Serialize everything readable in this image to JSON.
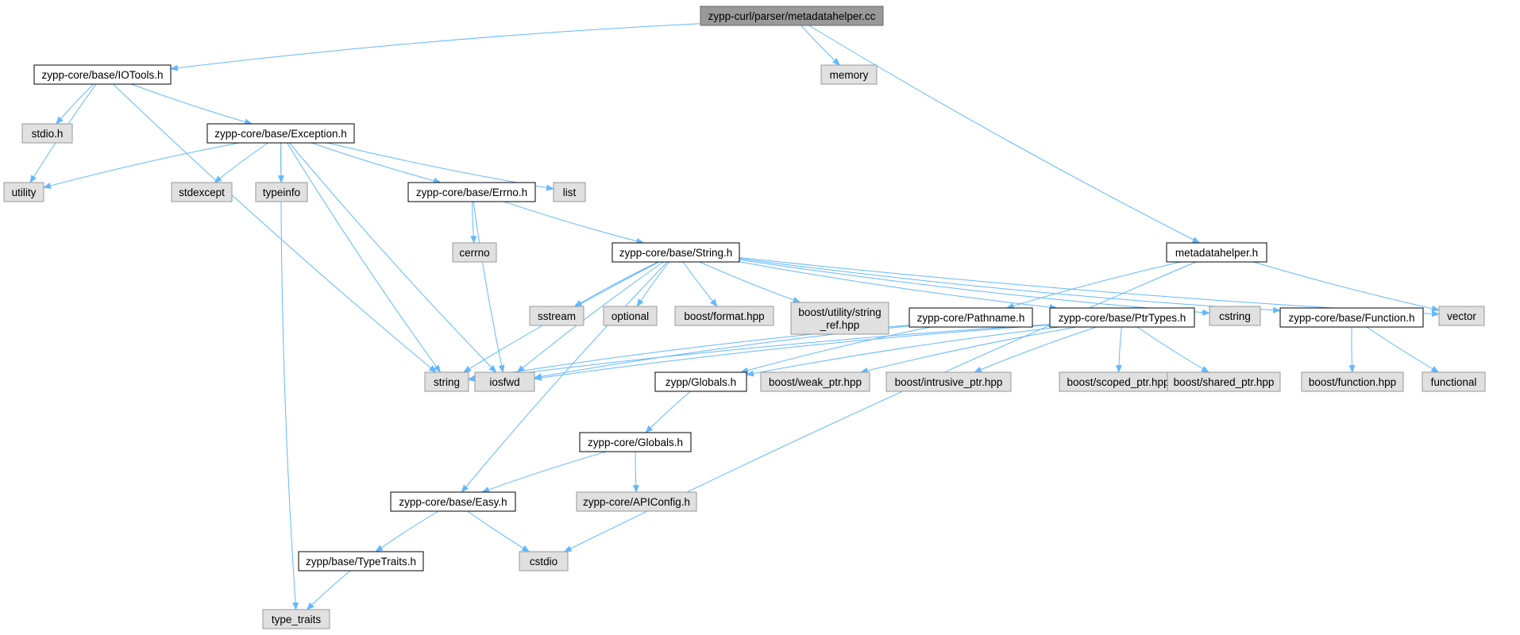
{
  "diagram": {
    "colors": {
      "root_fill": "#999999",
      "root_stroke": "#666666",
      "header_fill": "#ffffff",
      "header_stroke": "#000000",
      "system_fill": "#e0e0e0",
      "system_stroke": "#999999",
      "edge": "#63b8ff"
    },
    "nodes": [
      {
        "id": "root",
        "label": "zypp-curl/parser/metadatahelper.cc",
        "kind": "root"
      },
      {
        "id": "iotools",
        "label": "zypp-core/base/IOTools.h",
        "kind": "header"
      },
      {
        "id": "memory",
        "label": "memory",
        "kind": "system"
      },
      {
        "id": "utility",
        "label": "utility",
        "kind": "system"
      },
      {
        "id": "stdio",
        "label": "stdio.h",
        "kind": "system"
      },
      {
        "id": "exception",
        "label": "zypp-core/base/Exception.h",
        "kind": "header"
      },
      {
        "id": "stdexcept",
        "label": "stdexcept",
        "kind": "system"
      },
      {
        "id": "typeinfo",
        "label": "typeinfo",
        "kind": "system"
      },
      {
        "id": "errno",
        "label": "zypp-core/base/Errno.h",
        "kind": "header"
      },
      {
        "id": "list",
        "label": "list",
        "kind": "system"
      },
      {
        "id": "cerrno",
        "label": "cerrno",
        "kind": "system"
      },
      {
        "id": "stringh",
        "label": "zypp-core/base/String.h",
        "kind": "header"
      },
      {
        "id": "metadatahelper",
        "label": "metadatahelper.h",
        "kind": "header"
      },
      {
        "id": "sstream",
        "label": "sstream",
        "kind": "system"
      },
      {
        "id": "optional",
        "label": "optional",
        "kind": "system"
      },
      {
        "id": "boostformat",
        "label": "boost/format.hpp",
        "kind": "system"
      },
      {
        "id": "boostref",
        "label": "boost/utility/string\n_ref.hpp",
        "kind": "system"
      },
      {
        "id": "pathname",
        "label": "zypp-core/Pathname.h",
        "kind": "header"
      },
      {
        "id": "ptrtypes",
        "label": "zypp-core/base/PtrTypes.h",
        "kind": "header"
      },
      {
        "id": "cstring",
        "label": "cstring",
        "kind": "system"
      },
      {
        "id": "function",
        "label": "zypp-core/base/Function.h",
        "kind": "header"
      },
      {
        "id": "vector",
        "label": "vector",
        "kind": "system"
      },
      {
        "id": "string",
        "label": "string",
        "kind": "system"
      },
      {
        "id": "iosfwd",
        "label": "iosfwd",
        "kind": "system"
      },
      {
        "id": "zyppglobals",
        "label": "zypp/Globals.h",
        "kind": "header"
      },
      {
        "id": "weakptr",
        "label": "boost/weak_ptr.hpp",
        "kind": "system"
      },
      {
        "id": "intrusiveptr",
        "label": "boost/intrusive_ptr.hpp",
        "kind": "system"
      },
      {
        "id": "scopedptr",
        "label": "boost/scoped_ptr.hpp",
        "kind": "system"
      },
      {
        "id": "sharedptr",
        "label": "boost/shared_ptr.hpp",
        "kind": "system"
      },
      {
        "id": "boostfunction",
        "label": "boost/function.hpp",
        "kind": "system"
      },
      {
        "id": "functional",
        "label": "functional",
        "kind": "system"
      },
      {
        "id": "coreglobals",
        "label": "zypp-core/Globals.h",
        "kind": "header"
      },
      {
        "id": "easy",
        "label": "zypp-core/base/Easy.h",
        "kind": "header"
      },
      {
        "id": "apiconfig",
        "label": "zypp-core/APIConfig.h",
        "kind": "system"
      },
      {
        "id": "typetraitsh",
        "label": "zypp/base/TypeTraits.h",
        "kind": "header"
      },
      {
        "id": "cstdio",
        "label": "cstdio",
        "kind": "system"
      },
      {
        "id": "typetraits",
        "label": "type_traits",
        "kind": "system"
      }
    ],
    "edges": [
      [
        "root",
        "iotools"
      ],
      [
        "root",
        "memory"
      ],
      [
        "root",
        "metadatahelper"
      ],
      [
        "iotools",
        "utility"
      ],
      [
        "iotools",
        "stdio"
      ],
      [
        "iotools",
        "exception"
      ],
      [
        "iotools",
        "string"
      ],
      [
        "exception",
        "utility"
      ],
      [
        "exception",
        "stdexcept"
      ],
      [
        "exception",
        "typeinfo"
      ],
      [
        "exception",
        "errno"
      ],
      [
        "exception",
        "list"
      ],
      [
        "exception",
        "string"
      ],
      [
        "exception",
        "iosfwd"
      ],
      [
        "exception",
        "typetraits"
      ],
      [
        "errno",
        "cerrno"
      ],
      [
        "errno",
        "stringh"
      ],
      [
        "errno",
        "iosfwd"
      ],
      [
        "stringh",
        "sstream"
      ],
      [
        "stringh",
        "optional"
      ],
      [
        "stringh",
        "boostformat"
      ],
      [
        "stringh",
        "boostref"
      ],
      [
        "stringh",
        "ptrtypes"
      ],
      [
        "stringh",
        "cstring"
      ],
      [
        "stringh",
        "function"
      ],
      [
        "stringh",
        "vector"
      ],
      [
        "stringh",
        "string"
      ],
      [
        "stringh",
        "iosfwd"
      ],
      [
        "stringh",
        "easy"
      ],
      [
        "metadatahelper",
        "pathname"
      ],
      [
        "metadatahelper",
        "vector"
      ],
      [
        "metadatahelper",
        "cstdio"
      ],
      [
        "pathname",
        "string"
      ],
      [
        "pathname",
        "iosfwd"
      ],
      [
        "pathname",
        "zyppglobals"
      ],
      [
        "ptrtypes",
        "string"
      ],
      [
        "ptrtypes",
        "iosfwd"
      ],
      [
        "ptrtypes",
        "zyppglobals"
      ],
      [
        "ptrtypes",
        "weakptr"
      ],
      [
        "ptrtypes",
        "intrusiveptr"
      ],
      [
        "ptrtypes",
        "scopedptr"
      ],
      [
        "ptrtypes",
        "sharedptr"
      ],
      [
        "function",
        "boostfunction"
      ],
      [
        "function",
        "functional"
      ],
      [
        "zyppglobals",
        "coreglobals"
      ],
      [
        "coreglobals",
        "easy"
      ],
      [
        "coreglobals",
        "apiconfig"
      ],
      [
        "easy",
        "typetraitsh"
      ],
      [
        "easy",
        "cstdio"
      ],
      [
        "typetraitsh",
        "typetraits"
      ]
    ]
  }
}
